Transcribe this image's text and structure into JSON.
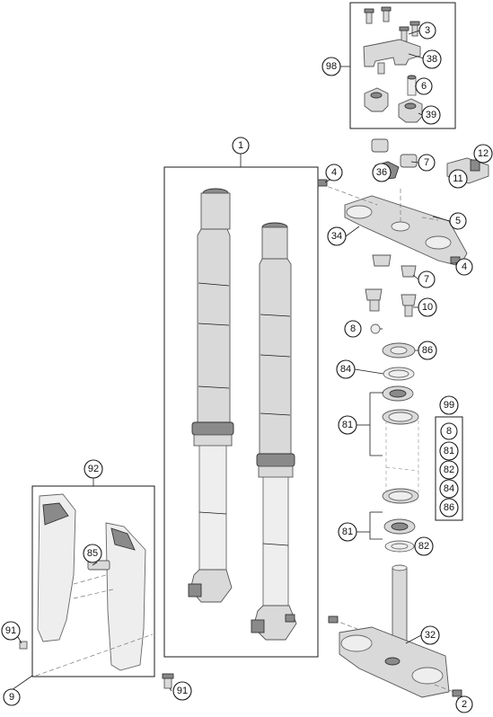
{
  "callouts": {
    "c1": "1",
    "c2": "2",
    "c3": "3",
    "c4a": "4",
    "c4b": "4",
    "c5": "5",
    "c6": "6",
    "c7a": "7",
    "c7b": "7",
    "c8": "8",
    "c9": "9",
    "c10": "10",
    "c11": "11",
    "c12": "12",
    "c32": "32",
    "c34": "34",
    "c36": "36",
    "c38": "38",
    "c39": "39",
    "c81a": "81",
    "c81b": "81",
    "c82": "82",
    "c84": "84",
    "c85": "85",
    "c86": "86",
    "c91a": "91",
    "c91b": "91",
    "c92": "92",
    "c98": "98",
    "c99": "99"
  },
  "kit99": [
    "8",
    "81",
    "82",
    "84",
    "86"
  ]
}
